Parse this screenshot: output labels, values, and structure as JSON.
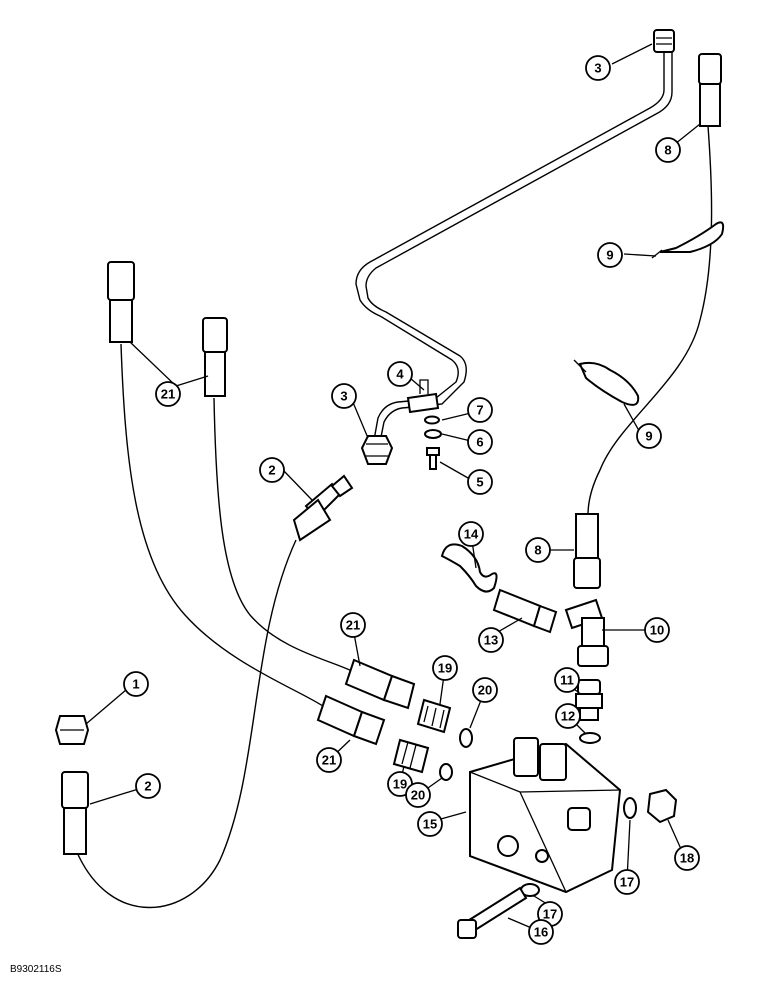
{
  "drawing_code": "B9302116S",
  "callouts": [
    {
      "label": "1"
    },
    {
      "label": "2"
    },
    {
      "label": "2"
    },
    {
      "label": "3"
    },
    {
      "label": "3"
    },
    {
      "label": "4"
    },
    {
      "label": "5"
    },
    {
      "label": "6"
    },
    {
      "label": "7"
    },
    {
      "label": "8"
    },
    {
      "label": "8"
    },
    {
      "label": "9"
    },
    {
      "label": "9"
    },
    {
      "label": "10"
    },
    {
      "label": "11"
    },
    {
      "label": "12"
    },
    {
      "label": "13"
    },
    {
      "label": "14"
    },
    {
      "label": "15"
    },
    {
      "label": "16"
    },
    {
      "label": "17"
    },
    {
      "label": "17"
    },
    {
      "label": "18"
    },
    {
      "label": "19"
    },
    {
      "label": "19"
    },
    {
      "label": "20"
    },
    {
      "label": "20"
    },
    {
      "label": "21"
    },
    {
      "label": "21"
    },
    {
      "label": "21"
    }
  ]
}
